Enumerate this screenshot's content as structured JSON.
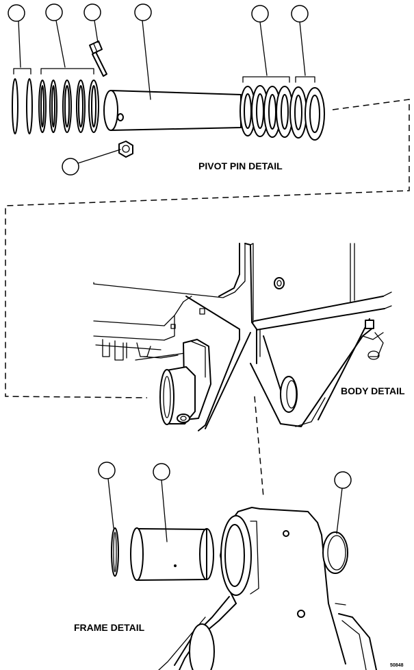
{
  "labels": {
    "pivot_pin_detail": "PIVOT PIN DETAIL",
    "body_detail": "BODY DETAIL",
    "frame_detail": "FRAME DETAIL",
    "figure_number": "50848"
  },
  "callouts": [
    {
      "id": "callout-1",
      "text": ""
    },
    {
      "id": "callout-2",
      "text": ""
    },
    {
      "id": "callout-3",
      "text": ""
    },
    {
      "id": "callout-4",
      "text": ""
    },
    {
      "id": "callout-5",
      "text": ""
    },
    {
      "id": "callout-6",
      "text": ""
    },
    {
      "id": "callout-7",
      "text": ""
    },
    {
      "id": "callout-8",
      "text": ""
    },
    {
      "id": "callout-9",
      "text": ""
    },
    {
      "id": "callout-10",
      "text": ""
    }
  ]
}
